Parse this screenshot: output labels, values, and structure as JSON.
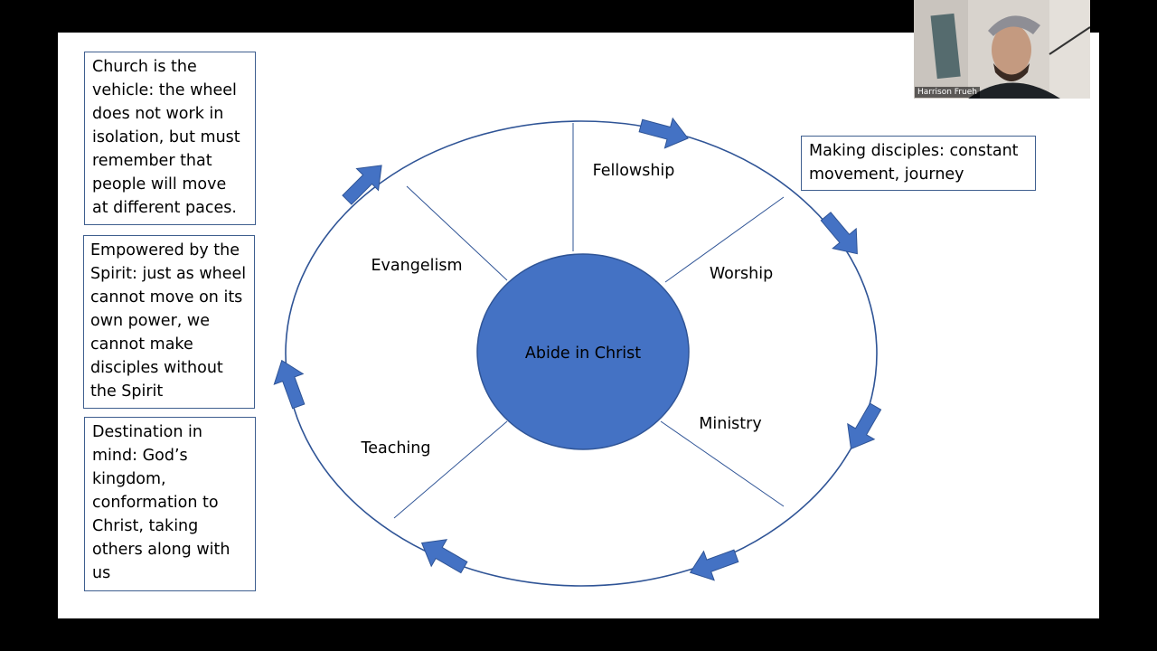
{
  "diagram": {
    "center": "Abide in Christ",
    "spokes": {
      "fellowship": "Fellowship",
      "worship": "Worship",
      "ministry": "Ministry",
      "teaching": "Teaching",
      "evangelism": "Evangelism"
    }
  },
  "notes": {
    "church_vehicle": "Church is the\nvehicle: the wheel\ndoes not work in\nisolation, but must\nremember that\npeople will move\nat different paces.",
    "empowered_spirit": "Empowered by the\nSpirit: just as wheel\ncannot move on its\nown power, we\ncannot make\ndisciples without\nthe Spirit",
    "destination": "Destination in\nmind: God’s\nkingdom,\nconformation to\nChrist, taking\nothers along with\nus",
    "making_disciples": "Making disciples: constant\nmovement, journey"
  },
  "participant": {
    "name": "Harrison Frueh"
  },
  "colors": {
    "accent": "#4472c4",
    "wheel_outline": "#2f5496",
    "background": "#000000",
    "slide": "#ffffff"
  }
}
